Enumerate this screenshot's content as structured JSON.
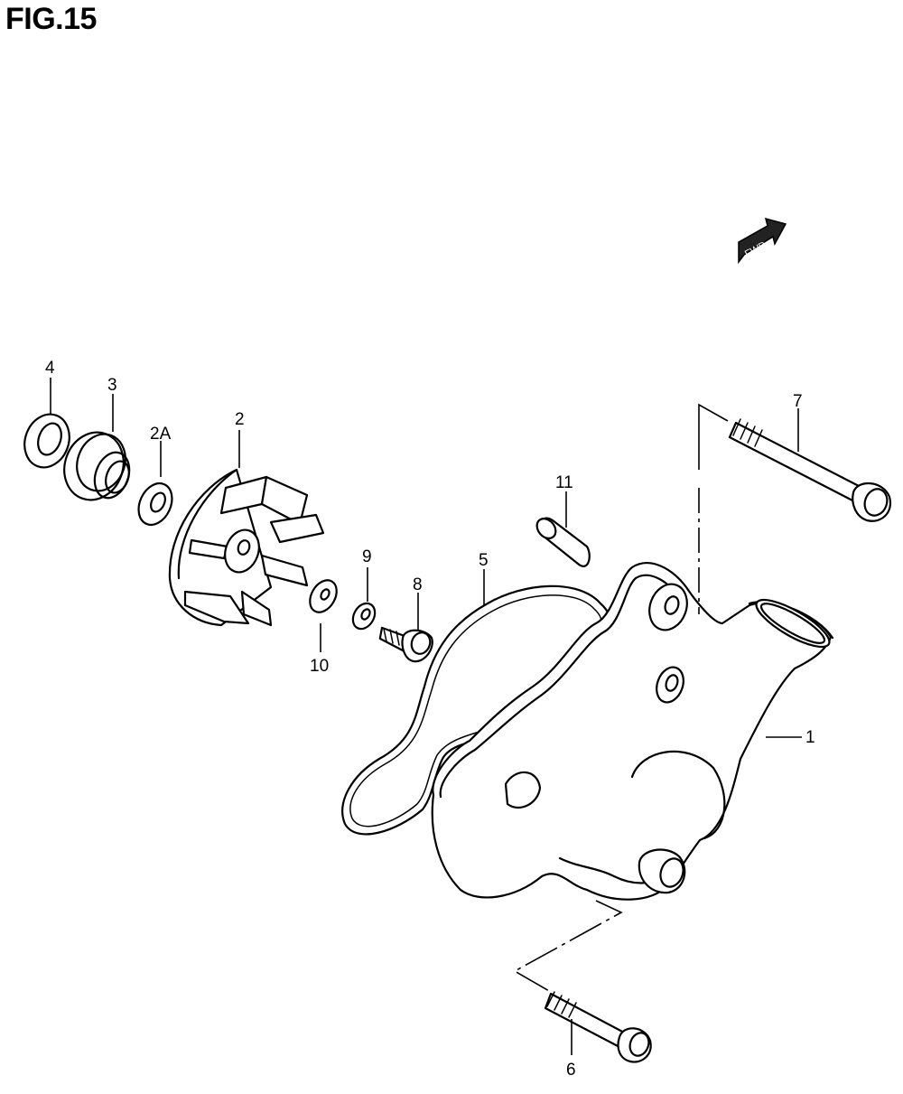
{
  "figure": {
    "title": "FIG.15",
    "direction_badge": "FWD"
  },
  "parts": [
    {
      "id": "4",
      "label": "4"
    },
    {
      "id": "3",
      "label": "3"
    },
    {
      "id": "2A",
      "label": "2A"
    },
    {
      "id": "2",
      "label": "2"
    },
    {
      "id": "9",
      "label": "9"
    },
    {
      "id": "8",
      "label": "8"
    },
    {
      "id": "10",
      "label": "10"
    },
    {
      "id": "5",
      "label": "5"
    },
    {
      "id": "11",
      "label": "11"
    },
    {
      "id": "7",
      "label": "7"
    },
    {
      "id": "1",
      "label": "1"
    },
    {
      "id": "6",
      "label": "6"
    }
  ]
}
